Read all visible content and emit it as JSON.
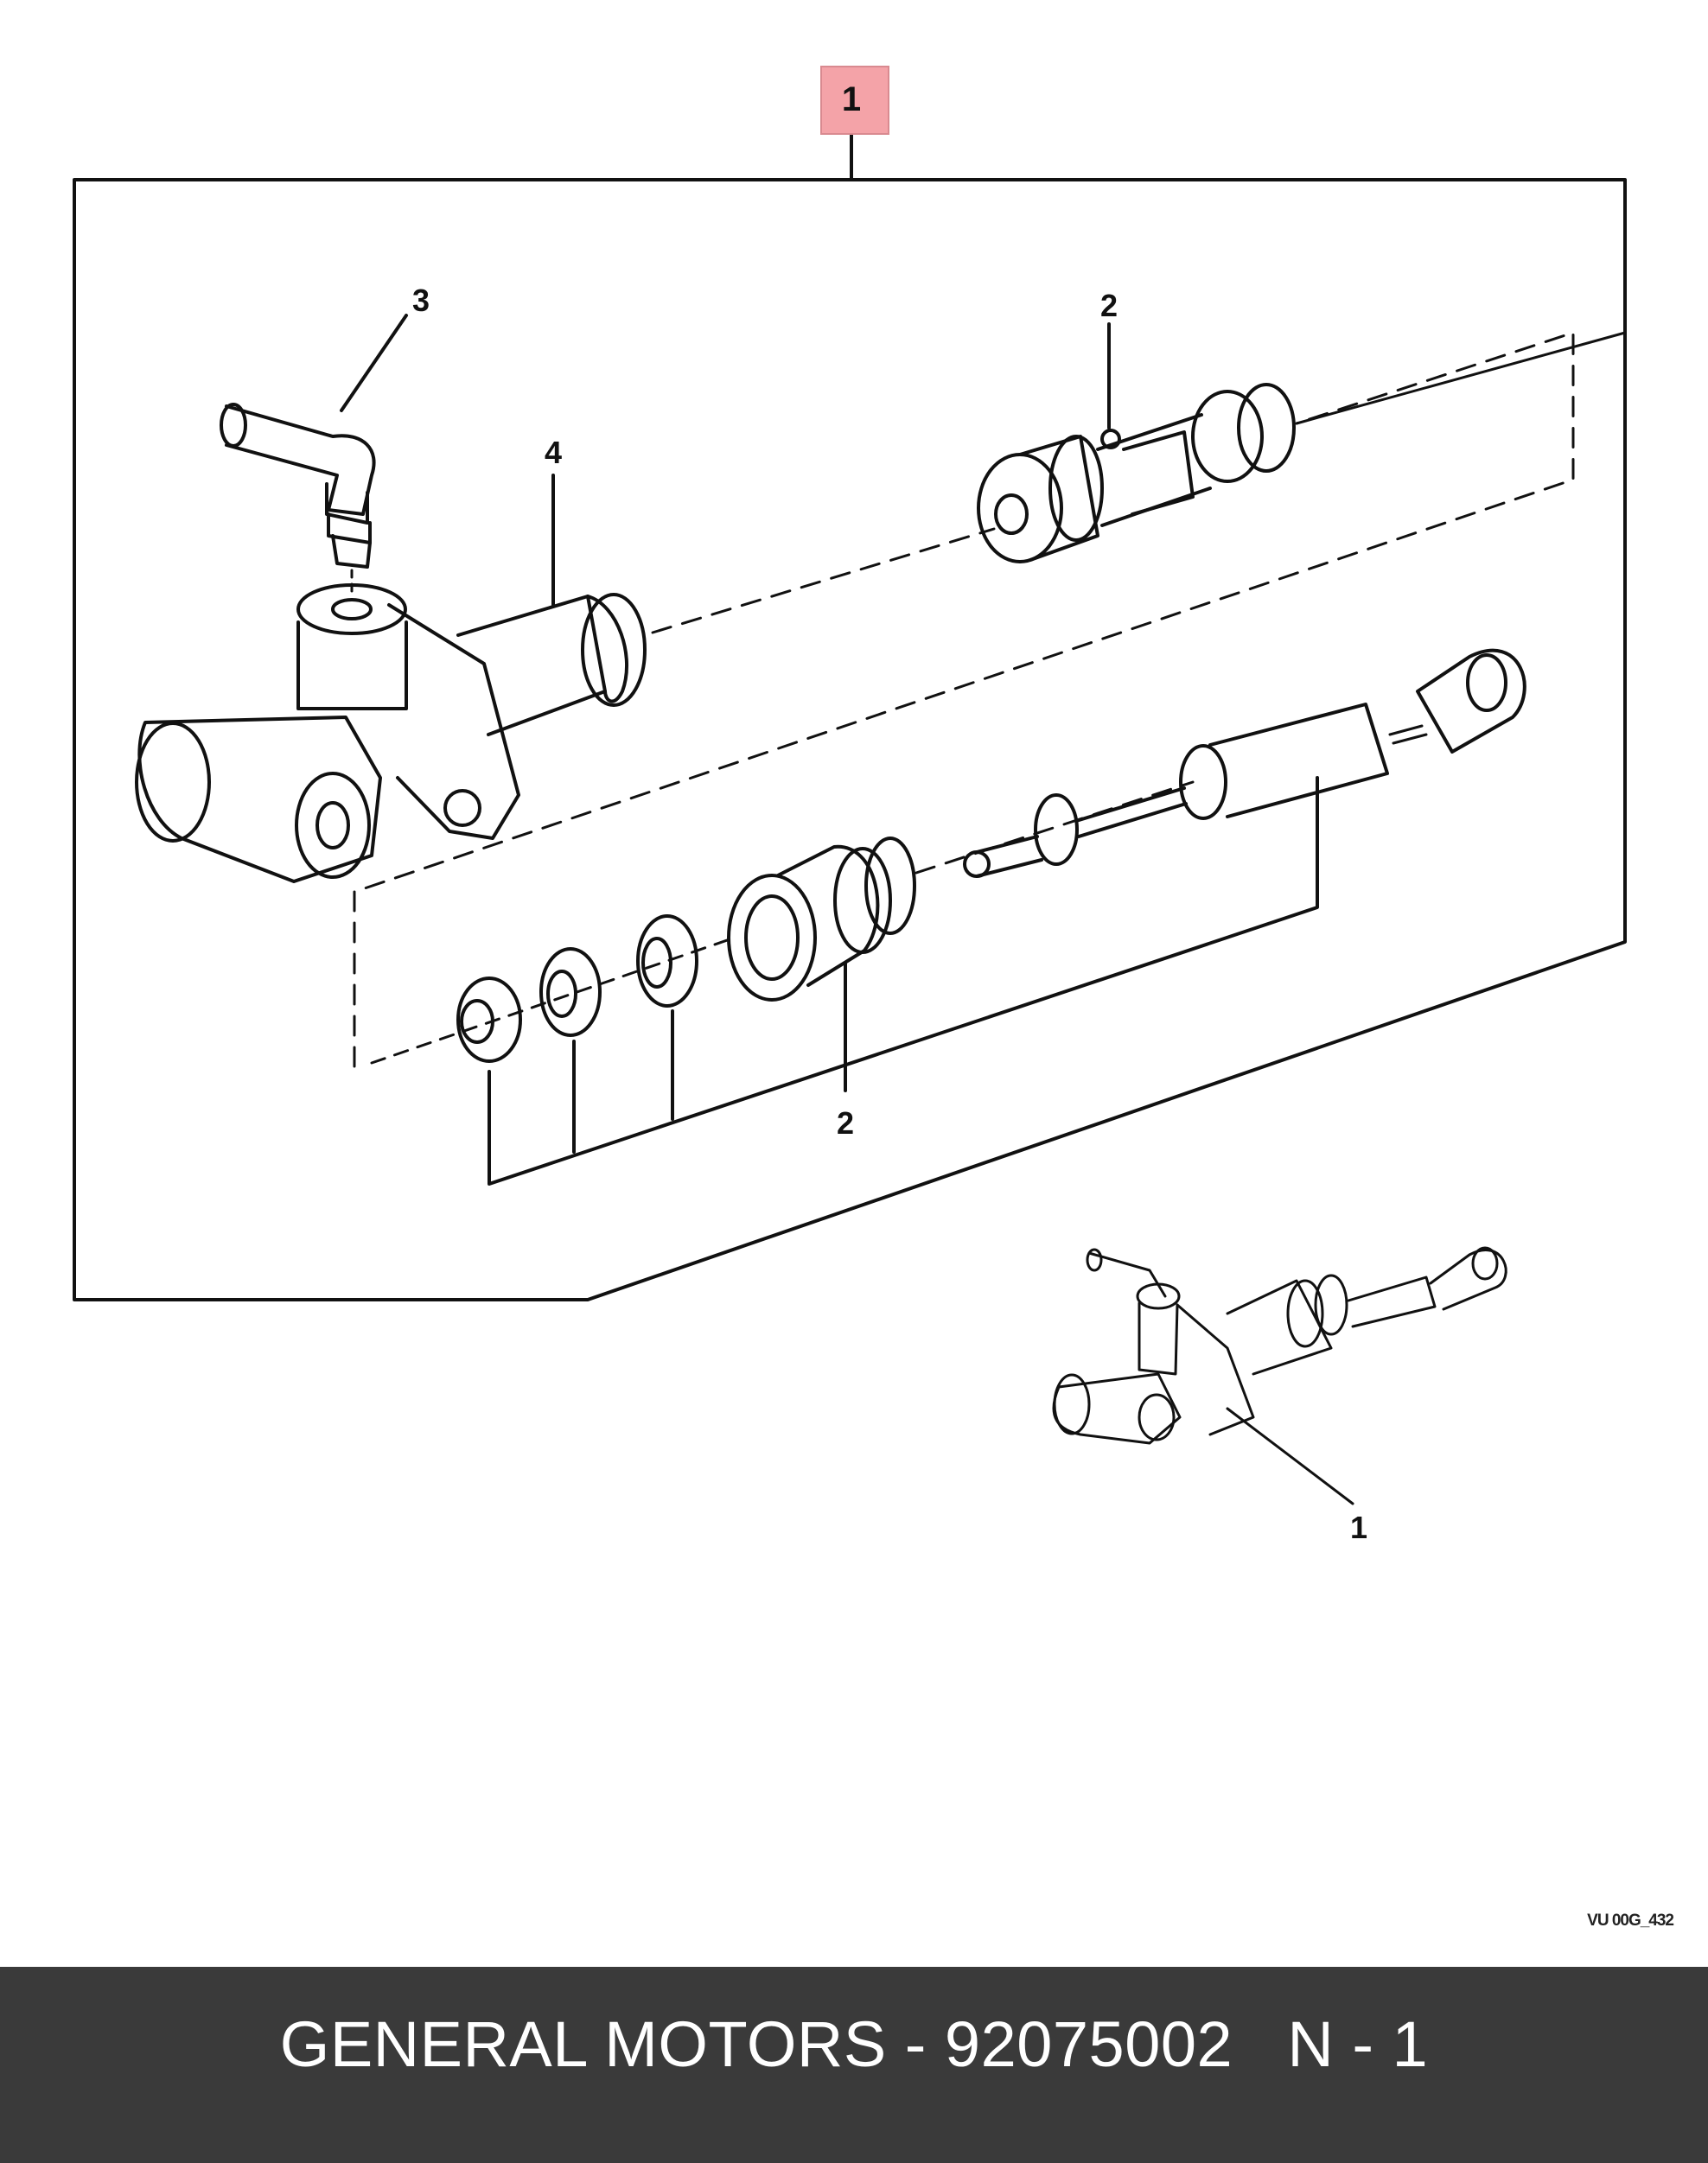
{
  "diagram": {
    "callouts": {
      "assembly_highlight": "1",
      "outlet_elbow": "3",
      "cylinder_body": "4",
      "piston_kit_top": "2",
      "seal_kit_bottom": "2",
      "small_view_assembly": "1"
    },
    "reference_code": "VU 00G_432",
    "highlight_color": "#f4a3a8",
    "line_color": "#111111"
  },
  "footer": {
    "text": "GENERAL MOTORS - 92075002   N - 1",
    "background": "#3a3a3a"
  }
}
